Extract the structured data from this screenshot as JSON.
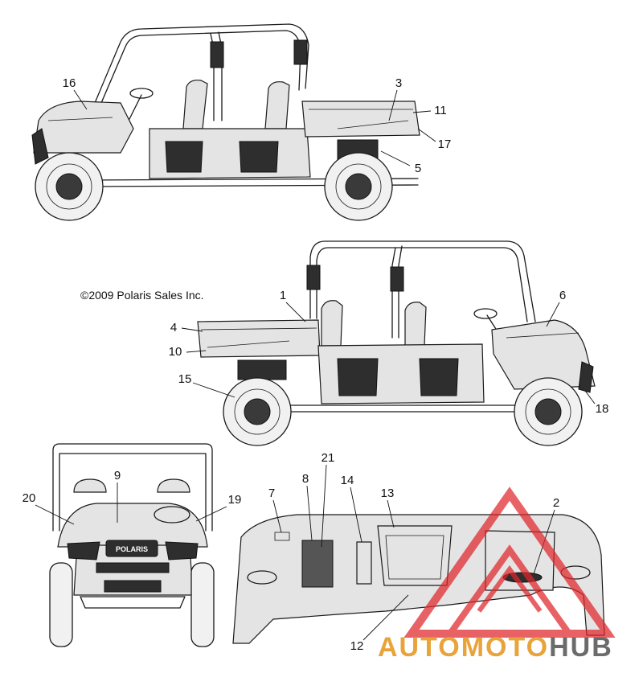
{
  "copyright": "©2009 Polaris Sales Inc.",
  "grille_brand": "POLARIS",
  "watermark": {
    "part1": "AUTO",
    "part2": "MOTO",
    "part3": "HUB",
    "color_primary": "#e8a33a",
    "color_secondary": "#6b6b6b",
    "color_logo": "#e0262b"
  },
  "callouts": {
    "c1": "1",
    "c2": "2",
    "c3": "3",
    "c4": "4",
    "c5": "5",
    "c6": "6",
    "c7": "7",
    "c8": "8",
    "c9": "9",
    "c10": "10",
    "c11": "11",
    "c12": "12",
    "c13": "13",
    "c14": "14",
    "c15": "15",
    "c16": "16",
    "c17": "17",
    "c18": "18",
    "c19": "19",
    "c20": "20",
    "c21": "21"
  }
}
